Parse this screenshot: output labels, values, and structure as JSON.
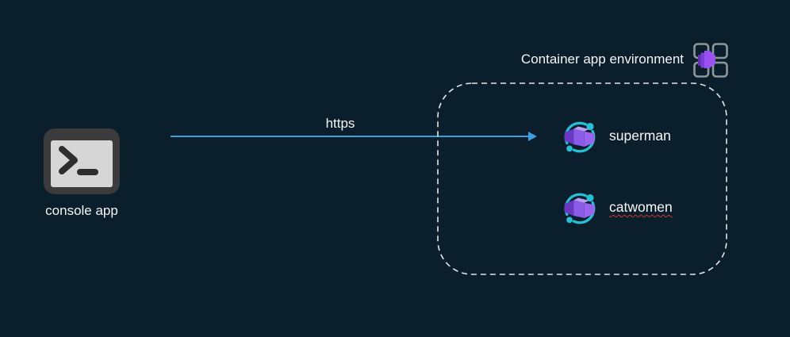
{
  "colors": {
    "background": "#0a1e2b",
    "arrow_blue": "#3f9fdc",
    "dashed_border": "#e4e7ea",
    "teal_accent": "#2abed4",
    "purple_front": "#9b50f0",
    "purple_mid": "#8b5ce8",
    "purple_dark": "#6b38c4",
    "terminal_frame": "#3b3b3b",
    "terminal_screen": "#d6d6d6",
    "spellcheck_red": "#cf382a"
  },
  "console_app": {
    "label": "console app",
    "icon": "terminal-icon"
  },
  "connection": {
    "label": "https",
    "direction": "left-to-right"
  },
  "environment": {
    "label": "Container app environment",
    "icon": "container-app-environment-icon",
    "apps": [
      {
        "name": "superman",
        "icon": "container-app-icon",
        "spellcheck_underline": false
      },
      {
        "name": "catwomen",
        "icon": "container-app-icon",
        "spellcheck_underline": true
      }
    ]
  }
}
